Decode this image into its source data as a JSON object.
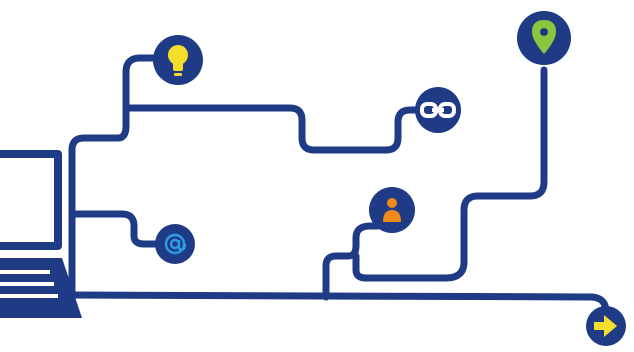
{
  "colors": {
    "line": "#1f3b86",
    "node_fill": "#1f3b86",
    "bulb": "#f3de2c",
    "link": "#ffffff",
    "at_icon": "#2d9de3",
    "person": "#f08a1b",
    "pin": "#8cc63f",
    "arrow": "#f3de2c",
    "screen_glow": "#3b9be0",
    "background": "#ffffff"
  },
  "icons": [
    {
      "id": "bulb",
      "name": "lightbulb-icon"
    },
    {
      "id": "link",
      "name": "link-icon"
    },
    {
      "id": "at",
      "name": "at-sign-icon"
    },
    {
      "id": "person",
      "name": "person-icon"
    },
    {
      "id": "pin",
      "name": "location-pin-icon"
    },
    {
      "id": "arrow",
      "name": "arrow-right-icon"
    },
    {
      "id": "laptop",
      "name": "laptop-icon"
    }
  ]
}
